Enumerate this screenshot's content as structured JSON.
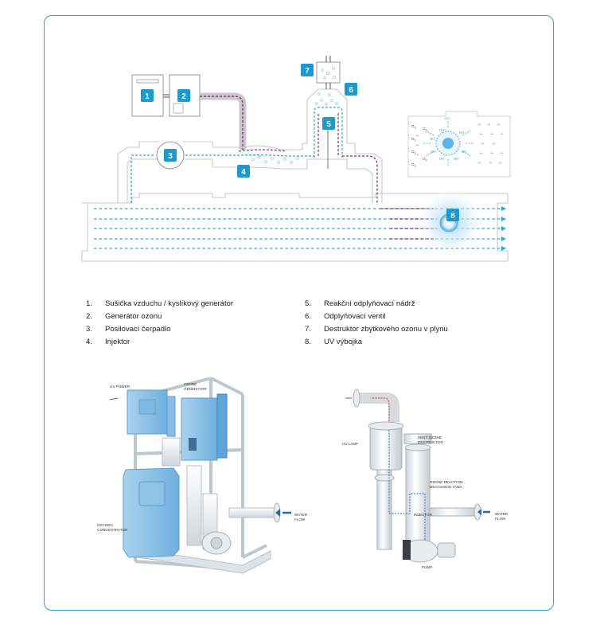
{
  "colors": {
    "frame": "#2ea3d6",
    "badge": "#1a9bd0",
    "water_flow": "#2ea8e0",
    "ozone_flow": "#8c2f86",
    "equipment_blue": "#8fc3e6"
  },
  "diagram": {
    "badges": {
      "b1": "1",
      "b2": "2",
      "b3": "3",
      "b4": "4",
      "b5": "5",
      "b6": "6",
      "b7": "7",
      "b8": "8"
    },
    "molecules": {
      "o3": "O",
      "o3_sub": "3",
      "oh": "OH",
      "oh_sup": "-",
      "h2o": "H2O"
    }
  },
  "legend": {
    "left": [
      {
        "num": "1.",
        "text": "Sušička vzduchu / kyslíkový generátor"
      },
      {
        "num": "2.",
        "text": "Generátor ozonu"
      },
      {
        "num": "3.",
        "text": "Posilovací čerpadlo"
      },
      {
        "num": "4.",
        "text": "Injektor"
      }
    ],
    "right": [
      {
        "num": "5.",
        "text": "Reakční odplyňovací nádrž"
      },
      {
        "num": "6.",
        "text": "Odplyňovací ventil"
      },
      {
        "num": "7.",
        "text": "Destruktor zbytkového ozonu v plynu"
      },
      {
        "num": "8.",
        "text": "UV výbojka"
      }
    ]
  },
  "photo_left": {
    "labels": {
      "uv_power": "UV POWER",
      "ozone_generator_1": "OZONE",
      "ozone_generator_2": "GENERATOR",
      "oxygen_1": "OXYGEN",
      "oxygen_2": "CONCENTRATOR",
      "water_1": "WATER",
      "water_2": "FLOW"
    }
  },
  "photo_right": {
    "labels": {
      "uv_lamp": "UV LAMP",
      "vent_1": "VENT OZONE",
      "vent_2": "DESTRUCTOR",
      "tank_1": "OZONE REACTION",
      "tank_2": "DEGASSING TANK",
      "injector": "INJECTOR",
      "pump": "PUMP",
      "water_1": "WATER",
      "water_2": "FLOW"
    }
  }
}
